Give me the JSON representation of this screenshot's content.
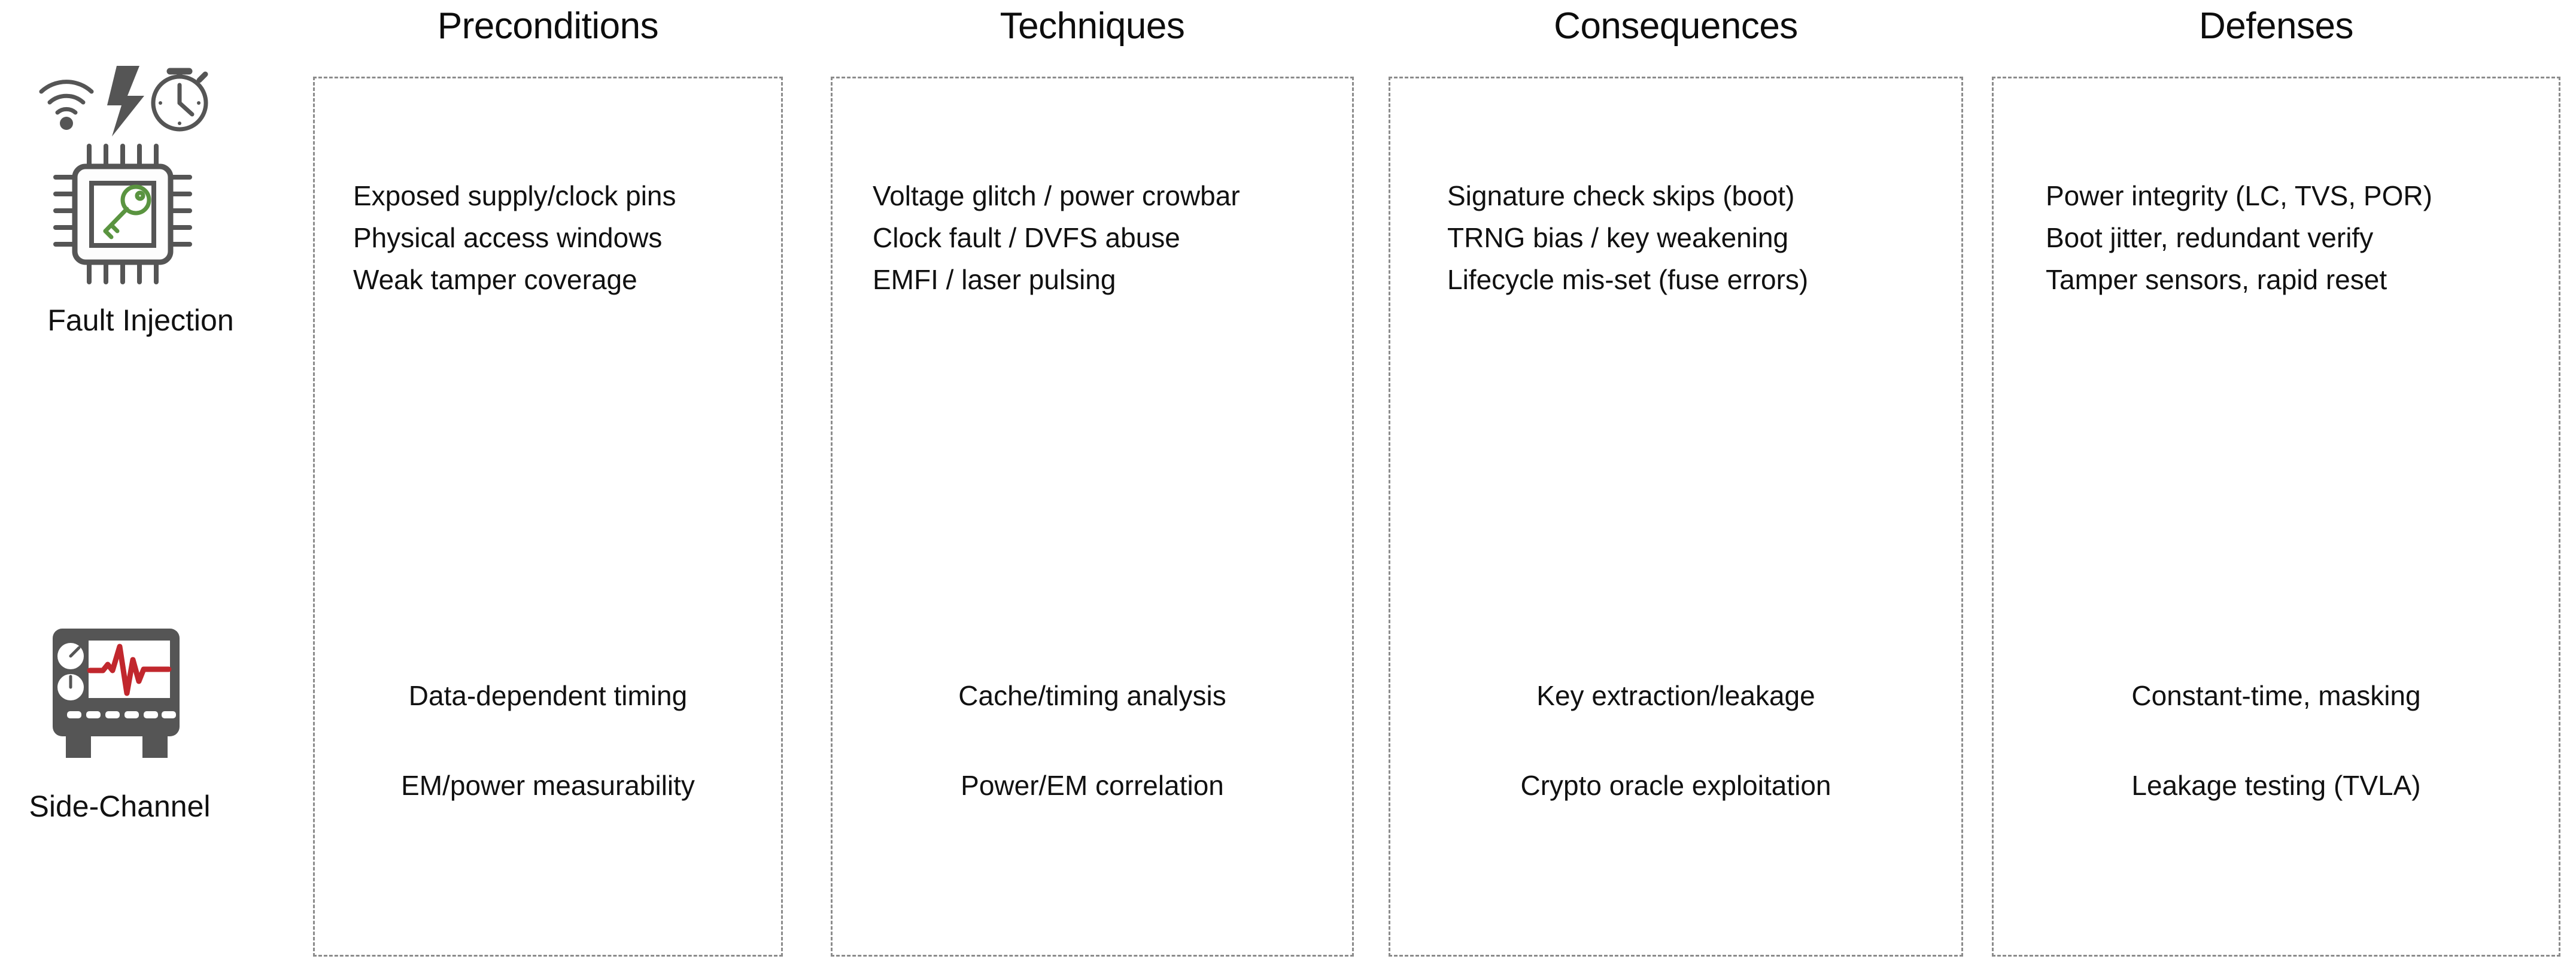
{
  "figure": {
    "kind": "attack-matrix",
    "column_headers": [
      "Preconditions",
      "Techniques",
      "Consequences",
      "Defenses"
    ],
    "row_labels": [
      "Fault Injection",
      "Side-Channel"
    ],
    "colors": {
      "panel_border": "#8c8c8c",
      "text": "#111111",
      "icon_gray": "#555555",
      "icon_green": "#5a9440",
      "icon_red": "#c1272d",
      "background": "#ffffff"
    },
    "icons": {
      "fault_injection": [
        "wifi-icon",
        "lightning-bolt-icon",
        "stopwatch-icon",
        "chip-with-key-icon"
      ],
      "side_channel": [
        "oscilloscope-icon"
      ]
    }
  },
  "rows": [
    {
      "label": "Fault Injection",
      "cells": {
        "preconditions": [
          "Exposed supply/clock pins",
          "Physical access windows",
          "Weak tamper coverage"
        ],
        "techniques": [
          "Voltage glitch / power crowbar",
          "Clock fault / DVFS abuse",
          "EMFI / laser pulsing"
        ],
        "consequences": [
          "Signature check skips (boot)",
          "TRNG bias / key weakening",
          "Lifecycle mis-set (fuse errors)"
        ],
        "defenses": [
          "Power integrity (LC, TVS, POR)",
          "Boot jitter, redundant verify",
          "Tamper sensors, rapid reset"
        ]
      }
    },
    {
      "label": "Side-Channel",
      "cells": {
        "preconditions": [
          "Data-dependent timing",
          "EM/power measurability"
        ],
        "techniques": [
          "Cache/timing analysis",
          "Power/EM correlation"
        ],
        "consequences": [
          "Key extraction/leakage",
          "Crypto oracle exploitation"
        ],
        "defenses": [
          "Constant-time, masking",
          "Leakage testing (TVLA)"
        ]
      }
    }
  ]
}
